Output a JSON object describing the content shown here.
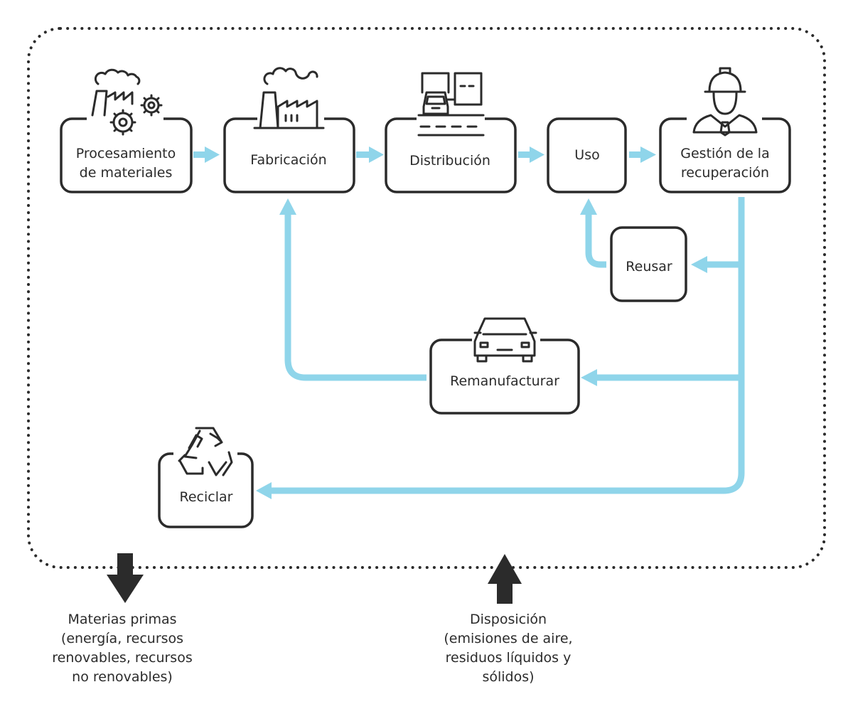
{
  "colors": {
    "flow": "#8fd5ea",
    "stroke": "#2b2b2b",
    "background": "#ffffff"
  },
  "nodes": {
    "procesamiento": {
      "line1": "Procesamiento",
      "line2": "de materiales",
      "icon": "factory-gears-icon"
    },
    "fabricacion": {
      "label": "Fabricación",
      "icon": "factory-icon"
    },
    "distribucion": {
      "label": "Distribución",
      "icon": "truck-icon"
    },
    "uso": {
      "label": "Uso"
    },
    "gestion": {
      "line1": "Gestión de la",
      "line2": "recuperación",
      "icon": "engineer-icon"
    },
    "reusar": {
      "label": "Reusar"
    },
    "remanufacturar": {
      "label": "Remanufacturar",
      "icon": "car-icon"
    },
    "reciclar": {
      "label": "Reciclar",
      "icon": "recycle-icon"
    }
  },
  "inputs": {
    "lines": [
      "Materias primas",
      "(energía, recursos",
      "renovables, recursos",
      "no renovables)"
    ]
  },
  "outputs": {
    "lines": [
      "Disposición",
      "(emisiones de aire,",
      "residuos líquidos y",
      "sólidos)"
    ]
  }
}
